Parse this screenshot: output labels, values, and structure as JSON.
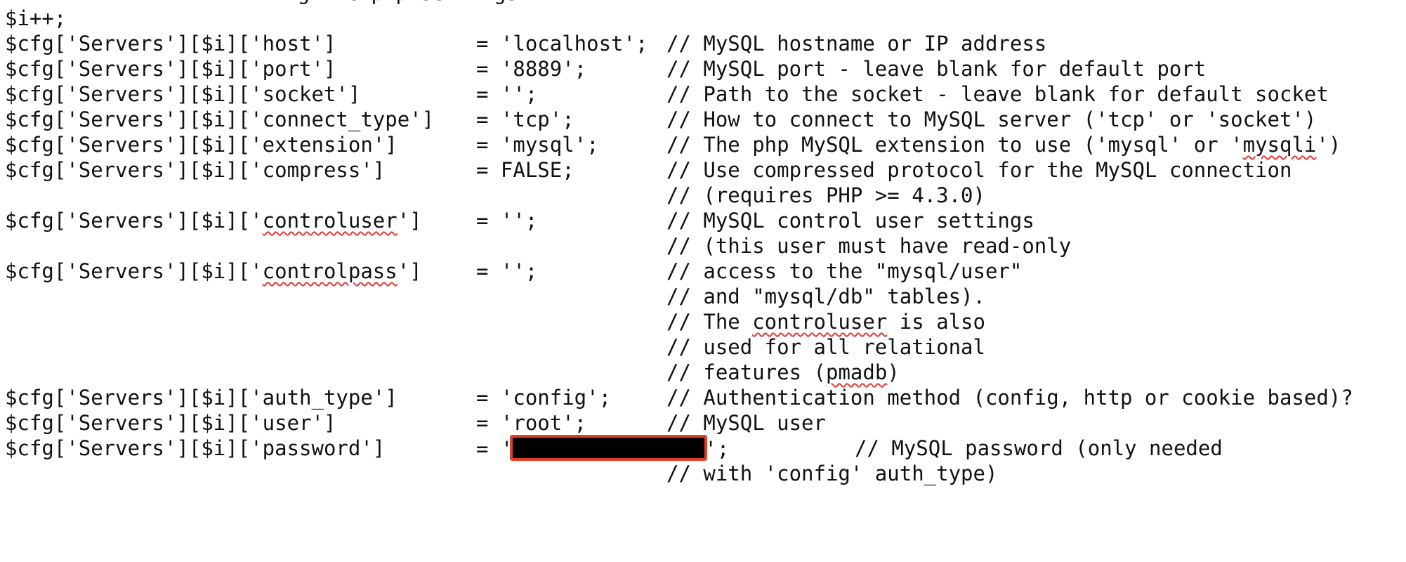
{
  "editor": {
    "lines": [
      {
        "code": "...nfig.inc.php settings..."
      },
      {
        "code": "$i++;"
      },
      {
        "code": "$cfg['Servers'][$i]['host']",
        "assign": "= 'localhost';",
        "comment": "// MySQL hostname or IP address"
      },
      {
        "code": "$cfg['Servers'][$i]['port']",
        "assign": "= '8889';",
        "comment": "// MySQL port - leave blank for default port"
      },
      {
        "code": "$cfg['Servers'][$i]['socket']",
        "assign": "= '';",
        "comment": "// Path to the socket - leave blank for default socket"
      },
      {
        "code": "$cfg['Servers'][$i]['connect_type']",
        "assign": "= 'tcp';",
        "comment": "// How to connect to MySQL server ('tcp' or 'socket')"
      },
      {
        "code": "$cfg['Servers'][$i]['extension']",
        "assign": "= 'mysql';",
        "comment_a": "// The php MySQL extension to use ('mysql' or '",
        "comment_ul": "mysqli",
        "comment_b": "')"
      },
      {
        "code": "$cfg['Servers'][$i]['compress']",
        "assign": "= FALSE;",
        "comment": "// Use compressed protocol for the MySQL connection"
      },
      {
        "comment": "// (requires PHP >= 4.3.0)"
      },
      {
        "code_a": "$cfg['Servers'][$i]['",
        "code_ul": "controluser",
        "code_b": "']",
        "assign": "= '';",
        "comment": "// MySQL control user settings"
      },
      {
        "comment": "// (this user must have read-only"
      },
      {
        "code_a": "$cfg['Servers'][$i]['",
        "code_ul": "controlpass",
        "code_b": "']",
        "assign": "= '';",
        "comment": "// access to the \"mysql/user\""
      },
      {
        "comment": "// and \"mysql/db\" tables)."
      },
      {
        "comment_a": "// The ",
        "comment_ul": "controluser",
        "comment_b": " is also"
      },
      {
        "comment": "// used for all relational"
      },
      {
        "comment_a": "// features (",
        "comment_ul": "pmadb",
        "comment_b": ")"
      },
      {
        "code": "$cfg['Servers'][$i]['auth_type']",
        "assign": "= 'config';",
        "comment": "// Authentication method (config, http or cookie based)?"
      },
      {
        "code": "$cfg['Servers'][$i]['user']",
        "assign": "= 'root';",
        "comment": "// MySQL user"
      },
      {
        "code": "$cfg['Servers'][$i]['password']",
        "assign_a": "= '",
        "assign_b": "';",
        "comment": "// MySQL password (only needed"
      },
      {
        "comment": "// with 'config' auth_type)"
      }
    ]
  }
}
